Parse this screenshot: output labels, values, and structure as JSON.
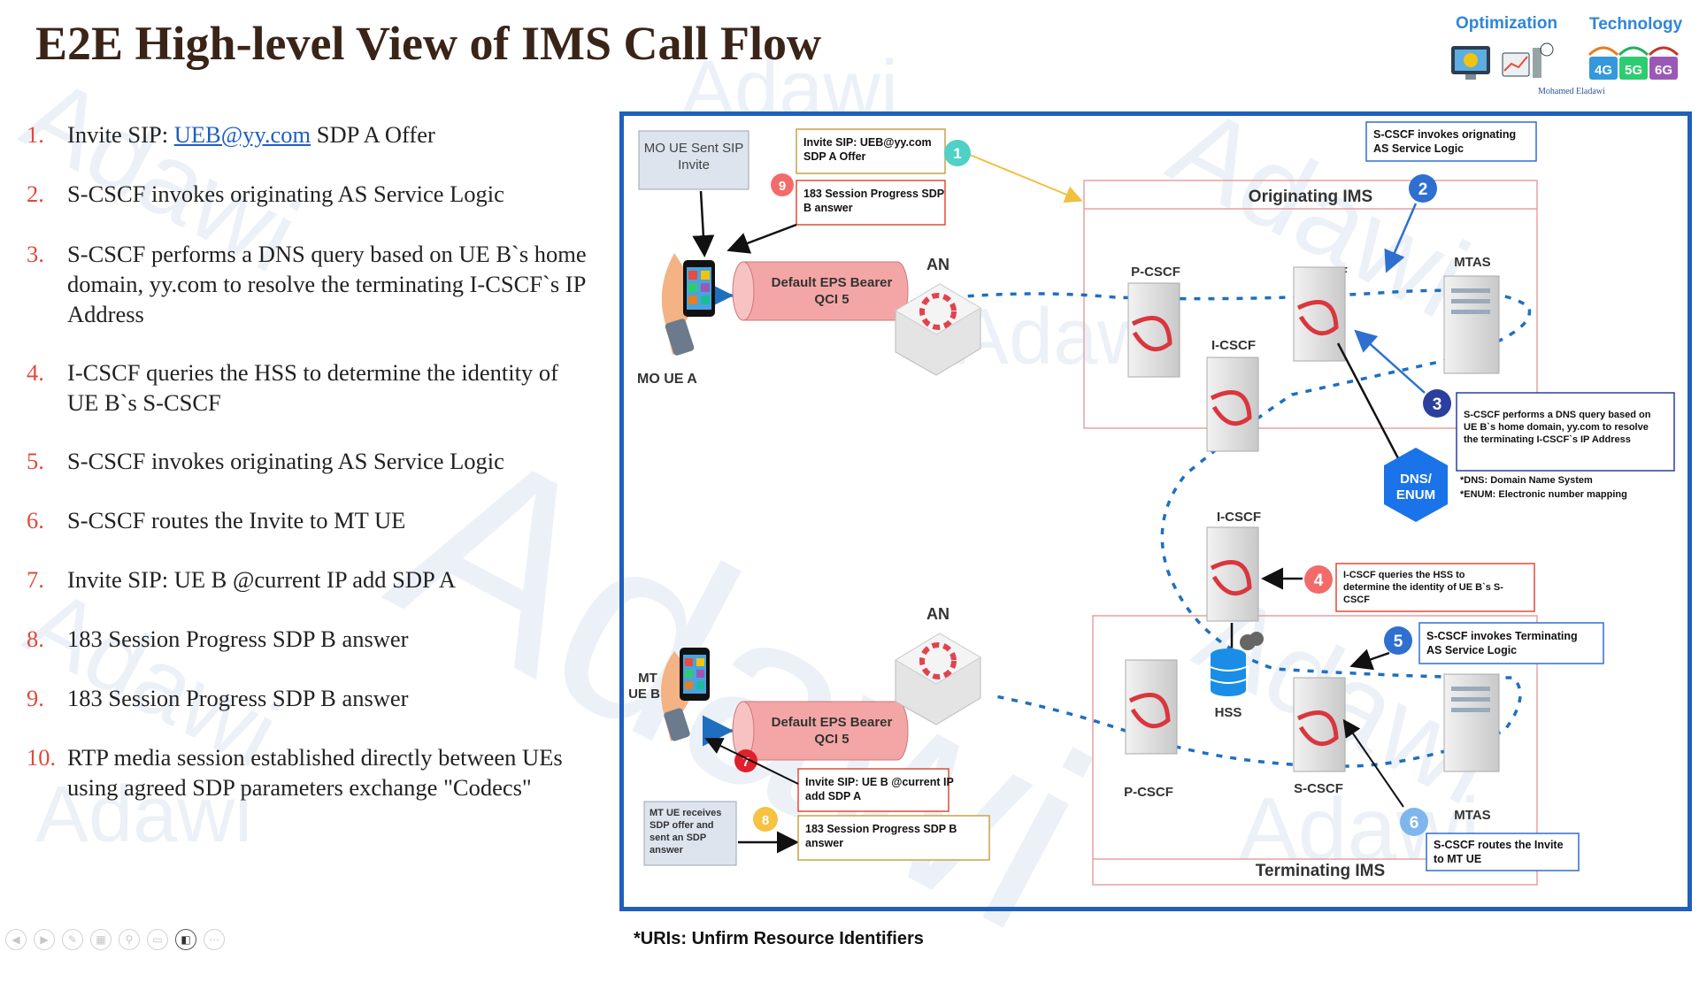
{
  "slide": {
    "title": "E2E High-level View of IMS Call Flow",
    "watermark_text": "Adawi",
    "footnote": "*URIs: Unfirm Resource Identifiers"
  },
  "logos": {
    "optimization_label": "Optimization",
    "technology_label": "Technology",
    "author": "Mohamed Eladawi",
    "tech_badges": [
      "4G",
      "5G",
      "6G"
    ],
    "icons": [
      "optimization-monitor-icon",
      "network-tower-icon"
    ]
  },
  "steps": [
    {
      "num": "1.",
      "text_before": "Invite SIP: ",
      "link": "UEB@yy.com",
      "text_after": " SDP A Offer"
    },
    {
      "num": "2.",
      "text": "S-CSCF invokes originating AS Service Logic"
    },
    {
      "num": "3.",
      "text": "S-CSCF performs a DNS query based on UE B`s home domain, yy.com to resolve the terminating I-CSCF`s IP Address"
    },
    {
      "num": "4.",
      "text": "I-CSCF queries the HSS to determine the identity of UE B`s S-CSCF"
    },
    {
      "num": "5.",
      "text": "S-CSCF invokes originating AS Service Logic"
    },
    {
      "num": "6.",
      "text": "S-CSCF routes the Invite to MT UE"
    },
    {
      "num": "7.",
      "text": "Invite SIP: UE B @current IP add SDP A"
    },
    {
      "num": "8.",
      "text": "183 Session Progress SDP B answer"
    },
    {
      "num": "9.",
      "text": "183 Session Progress SDP B answer"
    },
    {
      "num": "10.",
      "text": "RTP media session established directly between UEs using agreed SDP parameters exchange \"Codecs\""
    }
  ],
  "diagram": {
    "mo_sent_box": "MO UE Sent SIP Invite",
    "mo_ue_label": "MO UE A",
    "mt_ue_label": [
      "MT",
      "UE B"
    ],
    "mt_receives_box": [
      "MT UE receives",
      "SDP offer and",
      "sent an SDP",
      "answer"
    ],
    "bearer_label": [
      "Default EPS Bearer",
      "QCI 5"
    ],
    "an_label": "AN",
    "originating_ims": "Originating IMS",
    "terminating_ims": "Terminating IMS",
    "nodes": {
      "pcscf": "P-CSCF",
      "scscf": "S-CSCF",
      "icscf": "I-CSCF",
      "mtas": "MTAS",
      "hss": "HSS",
      "dns": [
        "DNS/",
        "ENUM"
      ]
    },
    "callouts": {
      "c1": [
        "Invite SIP: UEB@yy.com",
        "SDP A Offer"
      ],
      "c9": [
        "183 Session Progress SDP",
        "B answer"
      ],
      "c2": [
        "S-CSCF invokes orignating",
        "AS Service Logic"
      ],
      "c3": [
        "S-CSCF performs a DNS query based on",
        "UE B`s home domain, yy.com to resolve",
        "the terminating I-CSCF`s IP Address"
      ],
      "c4": [
        "I-CSCF queries the HSS to",
        "determine the identity of UE B`s S-",
        "CSCF"
      ],
      "c5": [
        "S-CSCF invokes Terminating",
        "AS Service Logic"
      ],
      "c6": [
        "S-CSCF routes the Invite",
        "to MT UE"
      ],
      "c7": [
        "Invite SIP: UE B @current IP",
        "add SDP A"
      ],
      "c8": [
        "183 Session Progress SDP B",
        "answer"
      ]
    },
    "badges": [
      "1",
      "2",
      "3",
      "4",
      "5",
      "6",
      "7",
      "8",
      "9"
    ],
    "dns_notes": [
      "*DNS: Domain Name System",
      "*ENUM: Electronic number mapping"
    ]
  },
  "colors": {
    "title": "#3a2418",
    "step_number": "#e04a3a",
    "frame": "#1f5fbf",
    "teal_badge": "#4fd1c5",
    "blue_badge": "#2f6fd0",
    "navy_badge": "#2b3f9e",
    "red_badge": "#f26b6b",
    "light_blue_badge": "#7fb6ee",
    "yellow_badge": "#f5c242",
    "bearer_fill": "#f4a6a6",
    "dns_fill": "#1a73e8"
  }
}
